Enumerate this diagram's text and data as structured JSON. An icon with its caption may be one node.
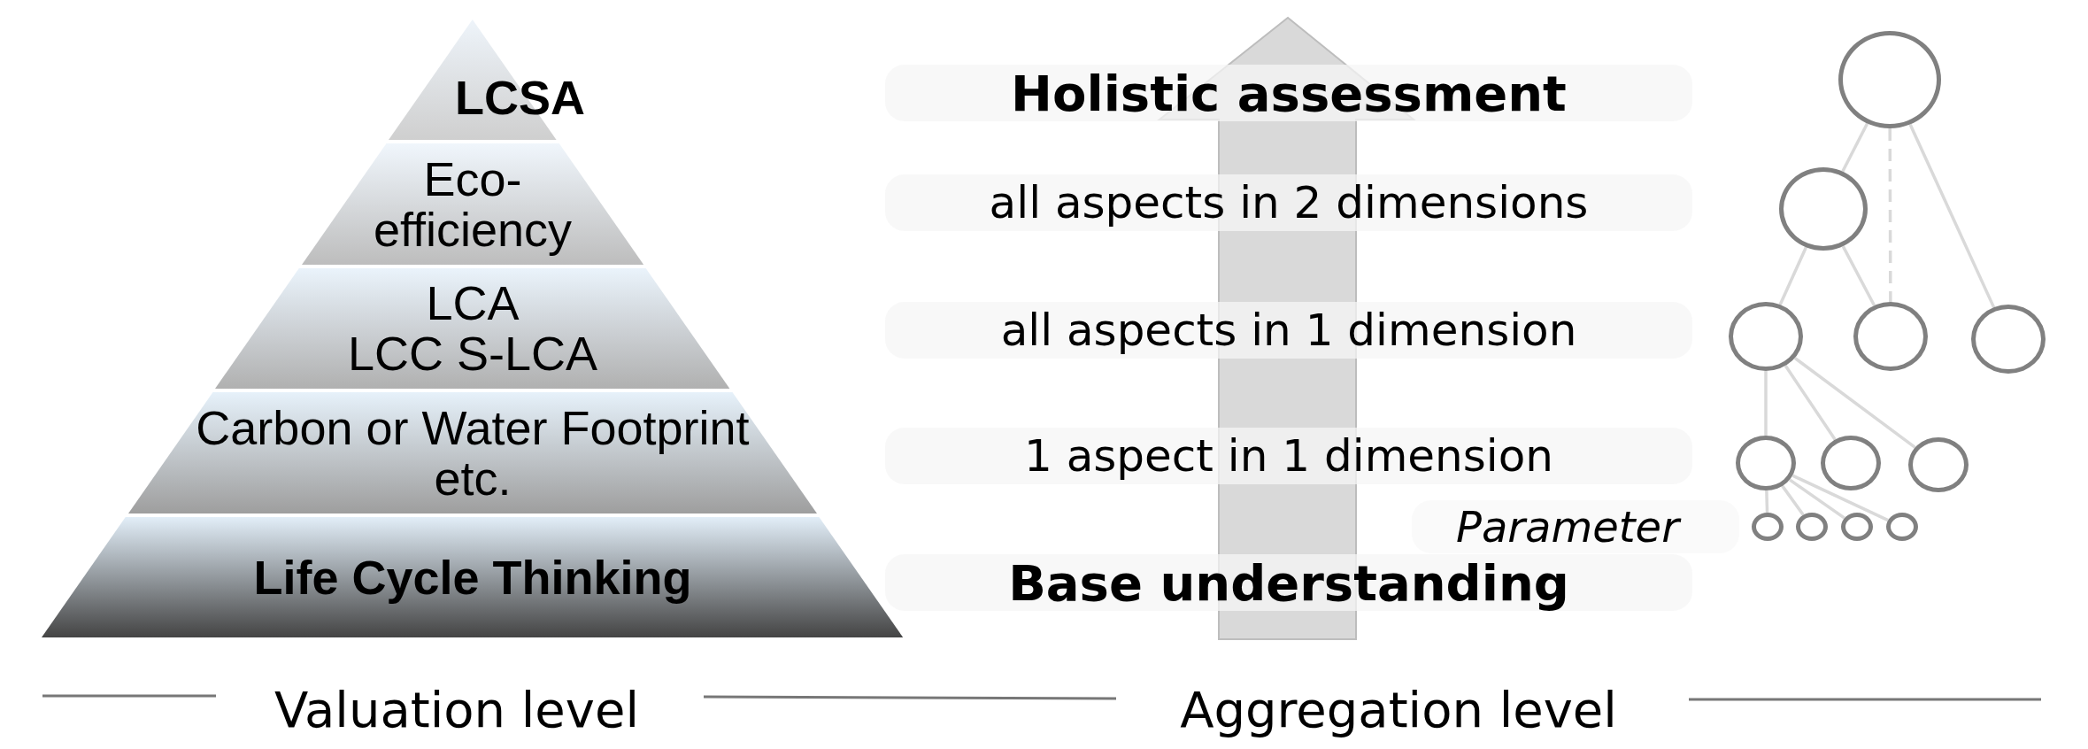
{
  "diagram": {
    "nodes": [
      {
        "text": [
          "LCSA"
        ]
      },
      {
        "text": [
          "Eco-efficiency"
        ]
      },
      {
        "text": [
          "LCA",
          "LCC S-LCA"
        ]
      },
      {
        "text": [
          "Carbon or Water Footprint etc."
        ]
      },
      {
        "text": [
          "Life Cycle Thinking"
        ]
      },
      {
        "text": [
          "Holistic assessment"
        ]
      },
      {
        "text": [
          "all aspects in 2 dimensions"
        ]
      },
      {
        "text": [
          "all aspects in 1 dimension"
        ]
      },
      {
        "text": [
          "1 aspect in 1 dimension"
        ]
      },
      {
        "text": [
          "Base understanding"
        ]
      },
      {
        "text": [
          "Parameter"
        ]
      },
      {
        "text": [],
        "shape": "circle"
      },
      {
        "text": [],
        "shape": "circle"
      },
      {
        "text": [],
        "shape": "circle"
      },
      {
        "text": [],
        "shape": "circle"
      },
      {
        "text": [],
        "shape": "circle"
      },
      {
        "text": [],
        "shape": "circle"
      },
      {
        "text": [],
        "shape": "circle"
      },
      {
        "text": [],
        "shape": "circle"
      },
      {
        "text": [],
        "shape": "circle"
      },
      {
        "text": [],
        "shape": "circle"
      },
      {
        "text": [],
        "shape": "circle"
      },
      {
        "text": [],
        "shape": "circle"
      }
    ],
    "edges": [
      {
        "from": 11,
        "to": 12,
        "arrow": "none"
      },
      {
        "from": 11,
        "to": 14,
        "arrow": "none",
        "style": "dashed"
      },
      {
        "from": 11,
        "to": 15,
        "arrow": "none"
      },
      {
        "from": 12,
        "to": 13,
        "arrow": "none"
      },
      {
        "from": 12,
        "to": 14,
        "arrow": "none"
      },
      {
        "from": 13,
        "to": 16,
        "arrow": "none"
      },
      {
        "from": 13,
        "to": 17,
        "arrow": "none"
      },
      {
        "from": 13,
        "to": 18,
        "arrow": "none"
      },
      {
        "from": 16,
        "to": 19,
        "arrow": "none"
      },
      {
        "from": 16,
        "to": 20,
        "arrow": "none"
      },
      {
        "from": 16,
        "to": 21,
        "arrow": "none"
      },
      {
        "from": 16,
        "to": 22,
        "arrow": "none"
      }
    ],
    "labels": [
      "Valuation level",
      "Aggregation level"
    ]
  }
}
